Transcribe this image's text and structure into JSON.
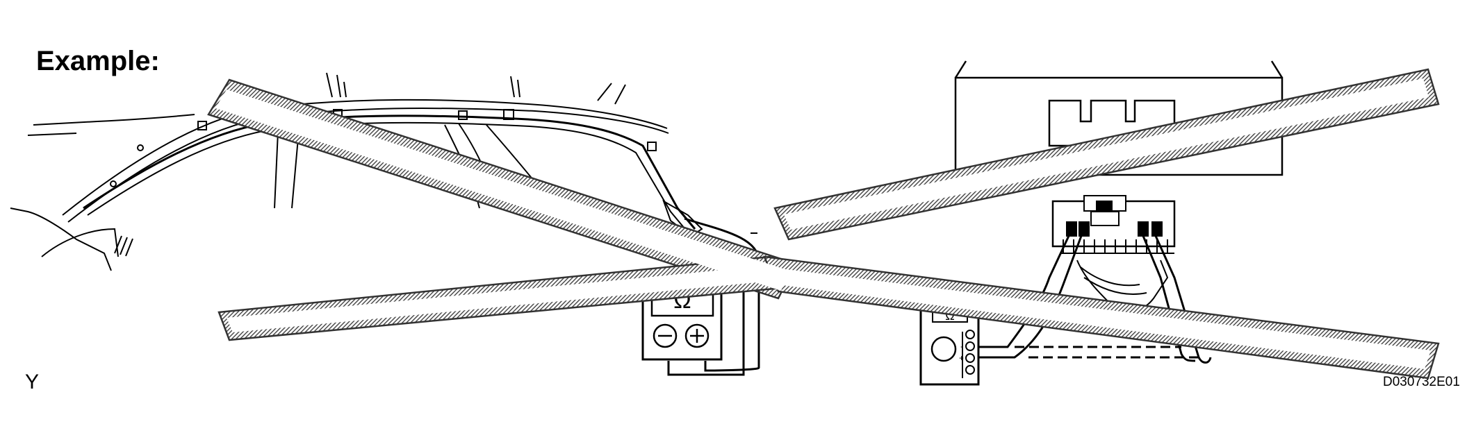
{
  "diagram": {
    "title": "Example:",
    "corner_label": "Y",
    "figure_id": "D030732E01",
    "meter_left_symbols": {
      "ohm": "Ω",
      "minus": "−",
      "plus": "+"
    },
    "meter_right_symbols": {
      "ohm": "Ω"
    },
    "prohibition_mark": "cross",
    "colors": {
      "line": "#000000",
      "hatch": "#555555",
      "background": "#ffffff"
    }
  }
}
